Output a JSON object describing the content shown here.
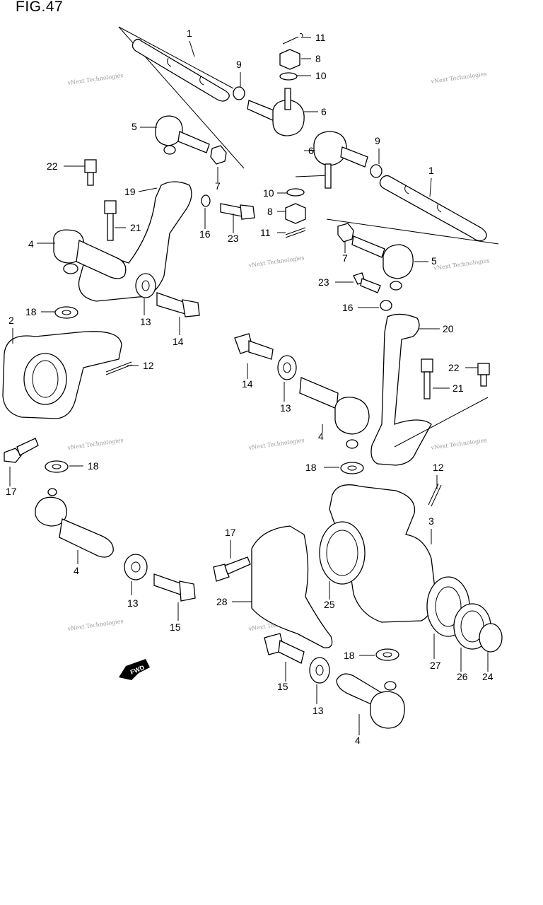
{
  "figure": {
    "title": "FIG.47"
  },
  "watermark": "vNext Technologies",
  "direction_indicator": "FWD",
  "callouts": [
    "1",
    "1",
    "2",
    "3",
    "4",
    "4",
    "4",
    "4",
    "5",
    "5",
    "6",
    "6",
    "7",
    "7",
    "8",
    "8",
    "9",
    "9",
    "10",
    "10",
    "11",
    "11",
    "12",
    "12",
    "13",
    "13",
    "13",
    "13",
    "14",
    "14",
    "15",
    "15",
    "16",
    "16",
    "17",
    "17",
    "18",
    "18",
    "18",
    "18",
    "19",
    "20",
    "21",
    "21",
    "22",
    "22",
    "23",
    "23",
    "24",
    "25",
    "26",
    "27",
    "28"
  ]
}
